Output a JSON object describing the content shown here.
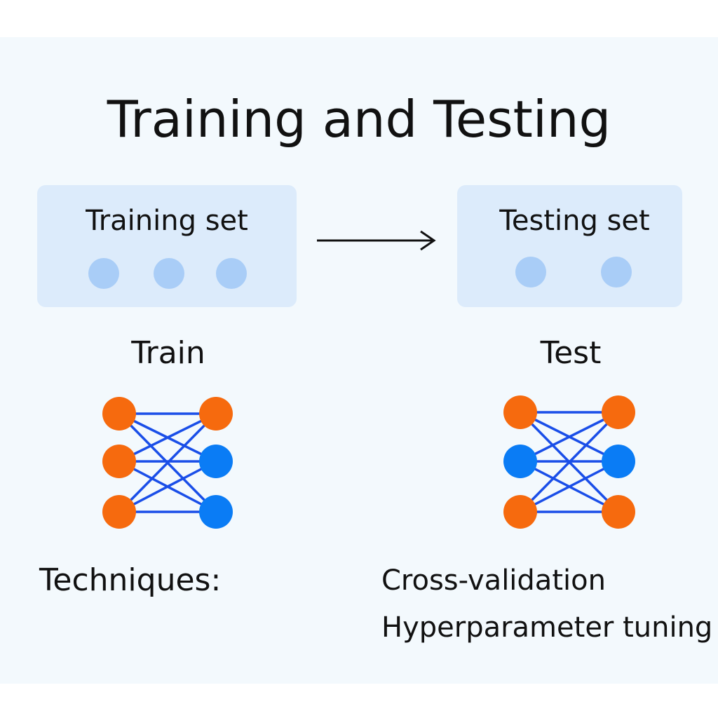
{
  "title": "Training and Testing",
  "training_box": {
    "label": "Training set",
    "samples": 3
  },
  "testing_box": {
    "label": "Testing set",
    "samples": 2
  },
  "train_label": "Train",
  "test_label": "Test",
  "techniques_label": "Techniques:",
  "techniques": [
    "Cross-validation",
    "Hyperparameter tuning"
  ],
  "colors": {
    "orange": "#f66a0e",
    "blue": "#0a7cf5",
    "edge": "#1a4ee8",
    "box": "#dcebfb",
    "sample": "#a9cdf7"
  },
  "train_network": {
    "left": [
      "orange",
      "orange",
      "orange"
    ],
    "right": [
      "orange",
      "blue",
      "blue"
    ]
  },
  "test_network": {
    "left": [
      "orange",
      "blue",
      "orange"
    ],
    "right": [
      "orange",
      "blue",
      "orange"
    ]
  }
}
